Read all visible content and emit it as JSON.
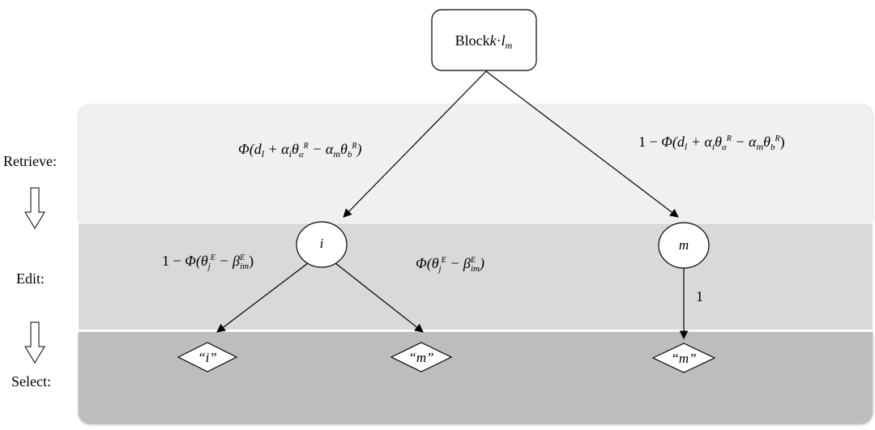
{
  "stages": {
    "retrieve": "Retrieve:",
    "edit": "Edit:",
    "select": "Select:"
  },
  "root": {
    "prefix": "Block",
    "var_k": "k",
    "dot": "·",
    "var_l": "l",
    "sub_m": "m"
  },
  "nodes": {
    "i": "i",
    "m": "m",
    "out_i_left": "“i”",
    "out_m_middle": "“m”",
    "out_m_right": "“m”"
  },
  "edge_labels": {
    "edit_right_prob": "1"
  },
  "colors": {
    "band_retrieve": "#f0f0f1",
    "band_edit": "#d9d8db",
    "band_select": "#bdbcbf"
  }
}
